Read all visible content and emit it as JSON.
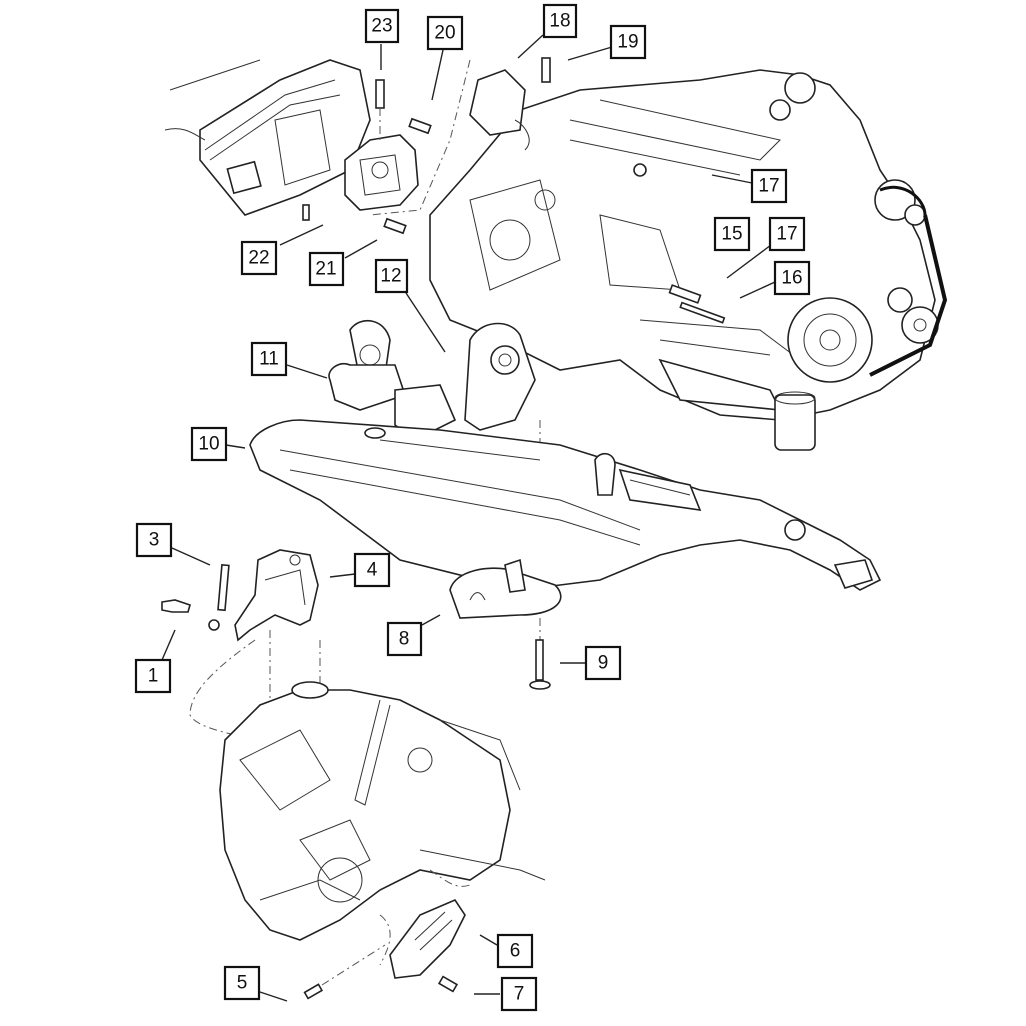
{
  "diagram": {
    "type": "exploded-parts-diagram",
    "subject": "engine, transmission and front crossmember mounting",
    "callouts": [
      {
        "id": "c23",
        "label": "23"
      },
      {
        "id": "c20",
        "label": "20"
      },
      {
        "id": "c18",
        "label": "18"
      },
      {
        "id": "c19",
        "label": "19"
      },
      {
        "id": "c17a",
        "label": "17"
      },
      {
        "id": "c15",
        "label": "15"
      },
      {
        "id": "c17b",
        "label": "17"
      },
      {
        "id": "c16",
        "label": "16"
      },
      {
        "id": "c22",
        "label": "22"
      },
      {
        "id": "c21",
        "label": "21"
      },
      {
        "id": "c12",
        "label": "12"
      },
      {
        "id": "c11",
        "label": "11"
      },
      {
        "id": "c10",
        "label": "10"
      },
      {
        "id": "c3",
        "label": "3"
      },
      {
        "id": "c4",
        "label": "4"
      },
      {
        "id": "c1",
        "label": "1"
      },
      {
        "id": "c8",
        "label": "8"
      },
      {
        "id": "c9",
        "label": "9"
      },
      {
        "id": "c6",
        "label": "6"
      },
      {
        "id": "c5",
        "label": "5"
      },
      {
        "id": "c7",
        "label": "7"
      }
    ]
  }
}
